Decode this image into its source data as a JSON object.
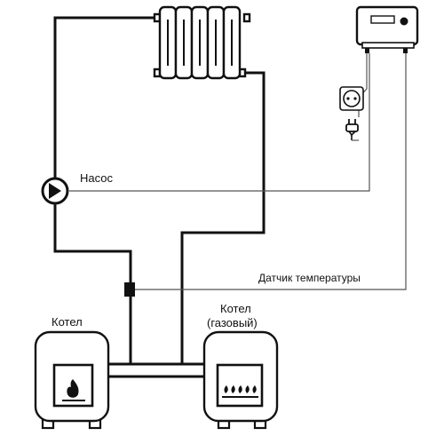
{
  "labels": {
    "pump": "Насос",
    "temperature_sensor": "Датчик температуры",
    "boiler_solid": "Котел",
    "boiler_gas_line1": "Котел",
    "boiler_gas_line2": "(газовый)"
  },
  "icons": {
    "radiator": "radiator-icon",
    "controller": "controller-icon",
    "socket": "power-socket-icon",
    "plug": "power-plug-icon",
    "pump": "pump-icon",
    "sensor": "temperature-sensor-icon",
    "solid_boiler": "solid-fuel-boiler-icon",
    "gas_boiler": "gas-boiler-icon",
    "flame": "flame-icon",
    "gas_burner": "gas-burner-icon"
  },
  "colors": {
    "line": "#111111",
    "wire": "#555555",
    "background": "#ffffff"
  }
}
